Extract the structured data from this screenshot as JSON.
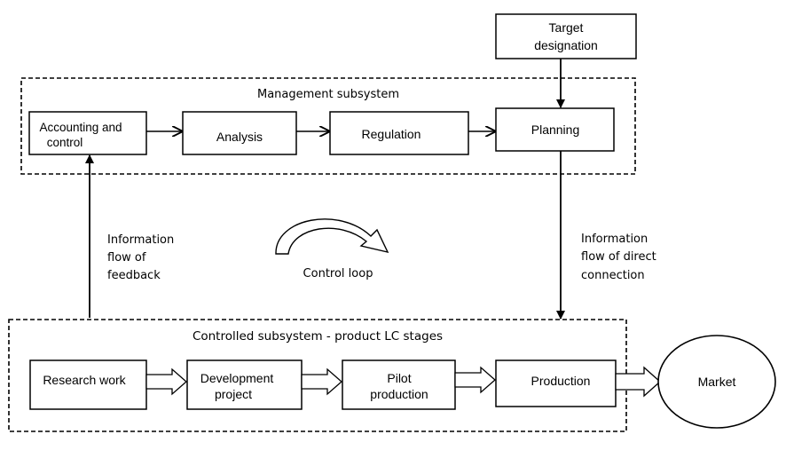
{
  "target_designation": [
    "Target",
    "designation"
  ],
  "management": {
    "title": "Management subsystem",
    "accounting": [
      "Accounting and",
      "control"
    ],
    "analysis": "Analysis",
    "regulation": "Regulation",
    "planning": "Planning"
  },
  "feedback_label": [
    "Information",
    "flow of",
    "feedback"
  ],
  "control_loop_label": "Control loop",
  "direct_label": [
    "Information",
    "flow of direct",
    "connection"
  ],
  "controlled": {
    "title": "Controlled subsystem - product LC stages",
    "research": "Research work",
    "development": [
      "Development",
      "project"
    ],
    "pilot": [
      "Pilot",
      "production"
    ],
    "production": "Production"
  },
  "market": "Market"
}
